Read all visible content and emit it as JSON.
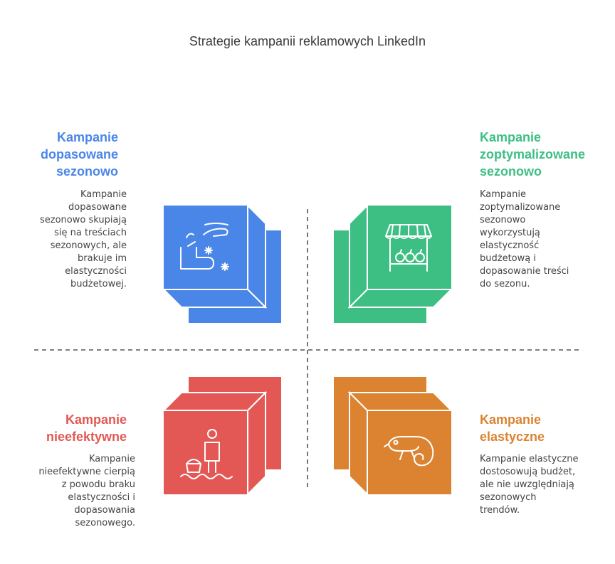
{
  "title": "Strategie kampanii reklamowych LinkedIn",
  "colors": {
    "blue": "#4a86e8",
    "green": "#3dbf84",
    "red": "#e35854",
    "orange": "#db8330",
    "dashed": "#555555",
    "text": "#444444"
  },
  "quadrants": {
    "top_left": {
      "title_lines": [
        "Kampanie",
        "dopasowane",
        "sezonowo"
      ],
      "desc_lines": [
        "Kampanie",
        "dopasowane",
        "sezonowo skupiają",
        "się na treściach",
        "sezonowych, ale",
        "brakuje im",
        "elastyczności",
        "budżetowej."
      ],
      "icon": "hand-sparkle-icon"
    },
    "top_right": {
      "title_lines": [
        "Kampanie",
        "zoptymalizowane",
        "sezonowo"
      ],
      "desc_lines": [
        "Kampanie",
        "zoptymalizowane",
        "sezonowo",
        "wykorzystują",
        "elastyczność",
        "budżetową i",
        "dopasowanie treści",
        "do sezonu."
      ],
      "icon": "market-stall-icon"
    },
    "bottom_left": {
      "title_lines": [
        "Kampanie",
        "nieefektywne"
      ],
      "desc_lines": [
        "Kampanie",
        "nieefektywne cierpią",
        "z powodu braku",
        "elastyczności i",
        "dopasowania",
        "sezonowego."
      ],
      "icon": "person-in-water-icon"
    },
    "bottom_right": {
      "title_lines": [
        "Kampanie",
        "elastyczne"
      ],
      "desc_lines": [
        "Kampanie elastyczne",
        "dostosowują budżet,",
        "ale nie uwzględniają",
        "sezonowych",
        "trendów."
      ],
      "icon": "chameleon-icon"
    }
  }
}
